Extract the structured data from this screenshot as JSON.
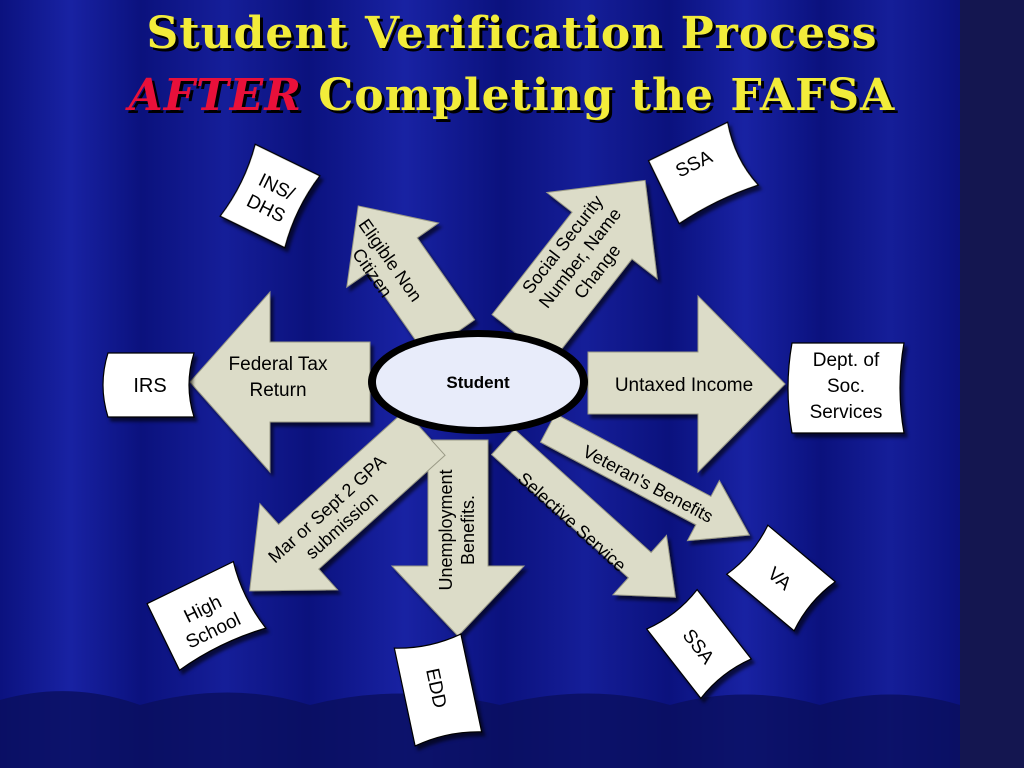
{
  "title": {
    "line1": "Student Verification Process",
    "line2_highlight": "AFTER",
    "line2_rest": " Completing the FAFSA"
  },
  "center": {
    "label": "Student"
  },
  "arrows": {
    "eligible_non_citizen": {
      "line1": "Eligible Non",
      "line2": "Citizen"
    },
    "ssn_name_change": {
      "line1": "Social Security",
      "line2": "Number, Name",
      "line3": "Change"
    },
    "federal_tax": {
      "line1": "Federal Tax",
      "line2": "Return"
    },
    "untaxed_income": {
      "label": "Untaxed Income"
    },
    "veterans_benefits": {
      "label": "Veteran's Benefits"
    },
    "selective_service": {
      "label": "Selective Service"
    },
    "unemployment": {
      "line1": "Unemployment",
      "line2": "Benefits."
    },
    "gpa_submission": {
      "line1": "Mar or Sept 2 GPA",
      "line2": "submission"
    }
  },
  "documents": {
    "ins_dhs": {
      "line1": "INS/",
      "line2": "DHS"
    },
    "ssa_top": {
      "label": "SSA"
    },
    "irs": {
      "label": "IRS"
    },
    "dept_soc_services": {
      "line1": "Dept. of",
      "line2": "Soc.",
      "line3": "Services"
    },
    "va": {
      "label": "VA"
    },
    "ssa_bottom": {
      "label": "SSA"
    },
    "edd": {
      "label": "EDD"
    },
    "high_school": {
      "line1": "High",
      "line2": "School"
    }
  },
  "colors": {
    "background": "#0a0f6e",
    "title_yellow": "#f2ec3a",
    "title_red": "#e8103a",
    "arrow_fill": "#dcdcc8",
    "ellipse_fill": "#e8ecfa",
    "document_fill": "#ffffff"
  }
}
